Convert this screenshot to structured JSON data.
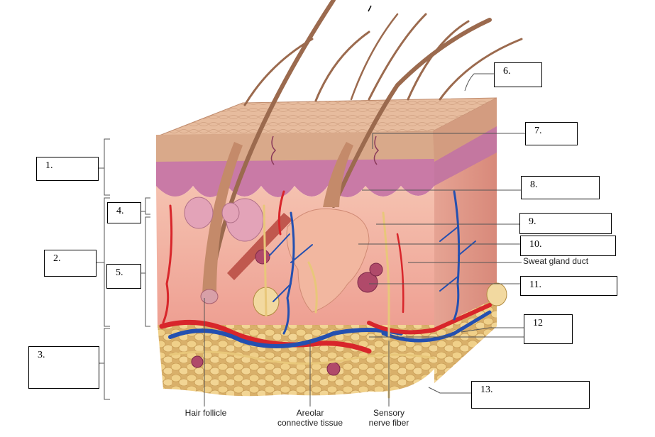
{
  "diagram": {
    "blank_labels": [
      {
        "id": "1",
        "text": "1."
      },
      {
        "id": "2",
        "text": "2."
      },
      {
        "id": "3",
        "text": "3."
      },
      {
        "id": "4",
        "text": "4."
      },
      {
        "id": "5",
        "text": "5."
      },
      {
        "id": "6",
        "text": "6."
      },
      {
        "id": "7",
        "text": "7."
      },
      {
        "id": "8",
        "text": "8."
      },
      {
        "id": "9",
        "text": "9."
      },
      {
        "id": "10",
        "text": "10."
      },
      {
        "id": "11",
        "text": "11."
      },
      {
        "id": "12",
        "text": "12"
      },
      {
        "id": "13",
        "text": "13."
      }
    ],
    "printed_labels": {
      "sweat_gland_duct": "Sweat gland duct",
      "hair_follicle": "Hair follicle",
      "areolar_line1": "Areolar",
      "areolar_line2": "connective tissue",
      "sensory_line1": "Sensory",
      "sensory_line2": "nerve fiber"
    },
    "colors": {
      "epidermis": "#d9a98a",
      "dermis": "#f2b9a8",
      "papillary": "#c97aa6",
      "hypodermis_fat": "#e8c98a",
      "artery": "#d8262b",
      "vein": "#2450b0",
      "nerve": "#e8c77a",
      "hair": "#9b6a4e"
    }
  }
}
